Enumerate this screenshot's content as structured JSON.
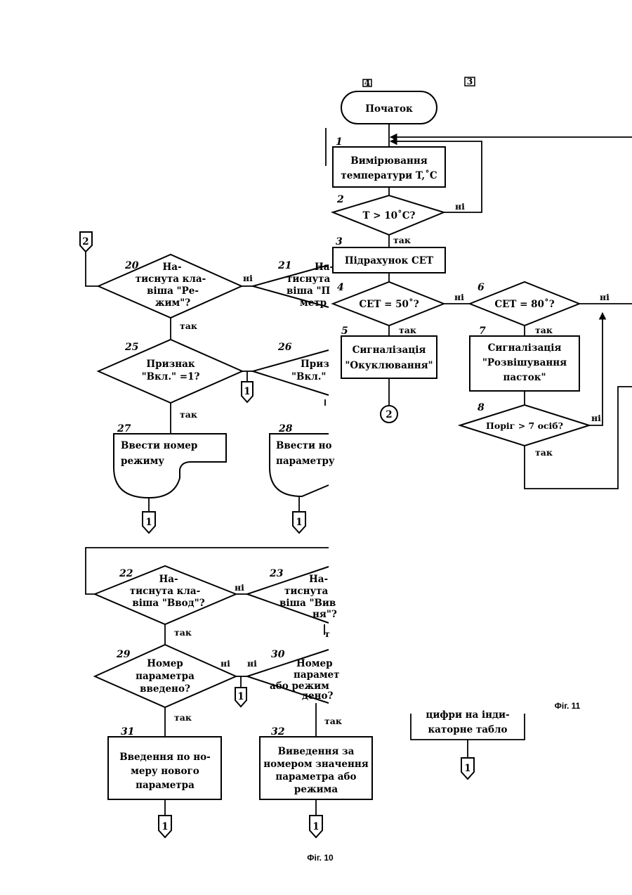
{
  "figure_captions": {
    "fig10": "Фіг. 10",
    "fig11": "Фіг. 11"
  },
  "top_marks": {
    "left": "4",
    "right": "3"
  },
  "start": {
    "label": "Початок"
  },
  "connectors": {
    "one": "1",
    "two": "2"
  },
  "answers": {
    "yes": "так",
    "no": "ні"
  },
  "blocks": {
    "b1": {
      "num": "1",
      "lines": [
        "Вимірювання",
        "температури T,˚C"
      ]
    },
    "b2": {
      "num": "2",
      "lines": [
        "T > 10˚C?"
      ]
    },
    "b3": {
      "num": "3",
      "lines": [
        "Підрахунок СЕТ"
      ]
    },
    "b4": {
      "num": "4",
      "lines": [
        "СЕТ = 50˚?"
      ]
    },
    "b5": {
      "num": "5",
      "lines": [
        "Сигналізація",
        "\"Окуклювання\""
      ]
    },
    "b6": {
      "num": "6",
      "lines": [
        "СЕТ = 80˚?"
      ]
    },
    "b7": {
      "num": "7",
      "lines": [
        "Сигналізація",
        "\"Розвішування",
        "пасток\""
      ]
    },
    "b8": {
      "num": "8",
      "lines": [
        "Поріг > 7 осіб?"
      ]
    },
    "b20": {
      "num": "20",
      "lines": [
        "На-",
        "тиснута кла-",
        "віша \"Ре-",
        "жим\"?"
      ]
    },
    "b21": {
      "num": "21",
      "lines": [
        "На-",
        "тиснута",
        "віша \"П",
        "метр"
      ]
    },
    "b22": {
      "num": "22",
      "lines": [
        "На-",
        "тиснута кла-",
        "віша \"Ввод\"?"
      ]
    },
    "b23": {
      "num": "23",
      "lines": [
        "На-",
        "тиснута",
        "віша \"Вив",
        "ня\"?"
      ]
    },
    "b25": {
      "num": "25",
      "lines": [
        "Признак",
        "\"Вкл.\" =1?"
      ]
    },
    "b26": {
      "num": "26",
      "lines": [
        "Приз",
        "\"Вкл.\""
      ]
    },
    "b27": {
      "num": "27",
      "lines": [
        "Ввести номер",
        "режиму"
      ]
    },
    "b28": {
      "num": "28",
      "lines": [
        "Ввести но",
        "параметру"
      ]
    },
    "b29": {
      "num": "29",
      "lines": [
        "Номер",
        "параметра",
        "введено?"
      ]
    },
    "b30": {
      "num": "30",
      "lines": [
        "Номер",
        "парамет",
        "або режим",
        "дено?"
      ]
    },
    "b31": {
      "num": "31",
      "lines": [
        "Введення по но-",
        "меру нового",
        "параметра"
      ]
    },
    "b32": {
      "num": "32",
      "lines": [
        "Виведення за",
        "номером значення",
        "параметра або",
        "режима"
      ]
    },
    "display": {
      "lines": [
        "цифри на інди-",
        "каторне табло"
      ]
    }
  }
}
